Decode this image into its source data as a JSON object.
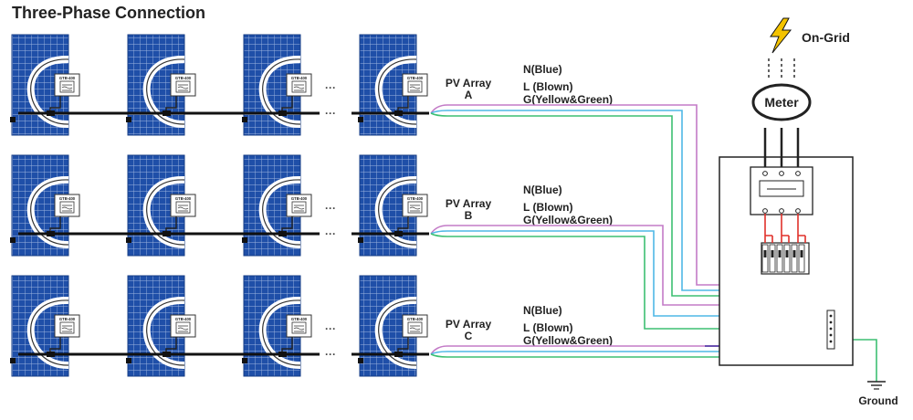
{
  "title": "Three-Phase Connection",
  "inverter_label": "GTB-400",
  "ellipsis": "···",
  "arrays": [
    {
      "label": "PV Array",
      "letter": "A",
      "wires": [
        "N(Blue)",
        "L (Blown)",
        "G(Yellow&Green)"
      ]
    },
    {
      "label": "PV Array",
      "letter": "B",
      "wires": [
        "N(Blue)",
        "L (Blown)",
        "G(Yellow&Green)"
      ]
    },
    {
      "label": "PV Array",
      "letter": "C",
      "wires": [
        "N(Blue)",
        "L (Blown)",
        "G(Yellow&Green)"
      ]
    }
  ],
  "meter_label": "Meter",
  "grid_label": "On-Grid",
  "ground_label": "Ground",
  "colors": {
    "neutral": "#4fb8e6",
    "line": "#c37bc7",
    "ground": "#3dbf72",
    "panel": "#1f4fa8",
    "panel_grid": "#9fb6e0",
    "trunk": "#111111",
    "bolt": "#f4c300",
    "breaker_red": "#e0302a"
  }
}
